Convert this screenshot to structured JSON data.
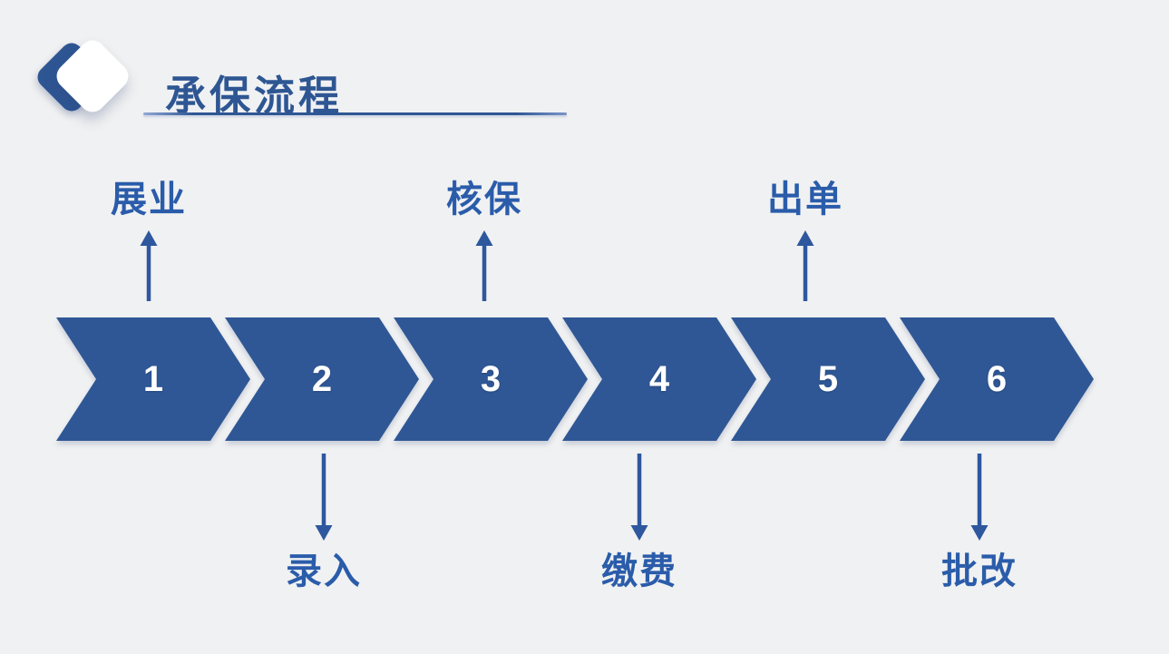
{
  "page": {
    "background_color": "#f0f1f2"
  },
  "header": {
    "title": "承保流程",
    "accent_color": "#2E5693"
  },
  "process": {
    "chevron_color": "#2F5795",
    "number_color": "#FFFFFF",
    "label_color": "#2A5CAA",
    "arrow_color": "#2E579E",
    "steps": [
      {
        "number": "1",
        "label": "展业",
        "label_position": "top",
        "arrow_icon": "up-arrow-icon"
      },
      {
        "number": "2",
        "label": "录入",
        "label_position": "bottom",
        "arrow_icon": "down-arrow-icon"
      },
      {
        "number": "3",
        "label": "核保",
        "label_position": "top",
        "arrow_icon": "up-arrow-icon"
      },
      {
        "number": "4",
        "label": "缴费",
        "label_position": "bottom",
        "arrow_icon": "down-arrow-icon"
      },
      {
        "number": "5",
        "label": "出单",
        "label_position": "top",
        "arrow_icon": "up-arrow-icon"
      },
      {
        "number": "6",
        "label": "批改",
        "label_position": "bottom",
        "arrow_icon": "down-arrow-icon"
      }
    ]
  }
}
